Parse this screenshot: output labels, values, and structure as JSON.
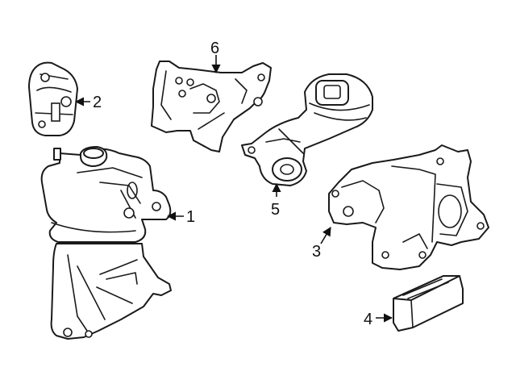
{
  "callouts": [
    {
      "id": "1",
      "label": "1"
    },
    {
      "id": "2",
      "label": "2"
    },
    {
      "id": "3",
      "label": "3"
    },
    {
      "id": "4",
      "label": "4"
    },
    {
      "id": "5",
      "label": "5"
    },
    {
      "id": "6",
      "label": "6"
    }
  ],
  "colors": {
    "line": "#1a1a1a",
    "background": "#ffffff"
  }
}
